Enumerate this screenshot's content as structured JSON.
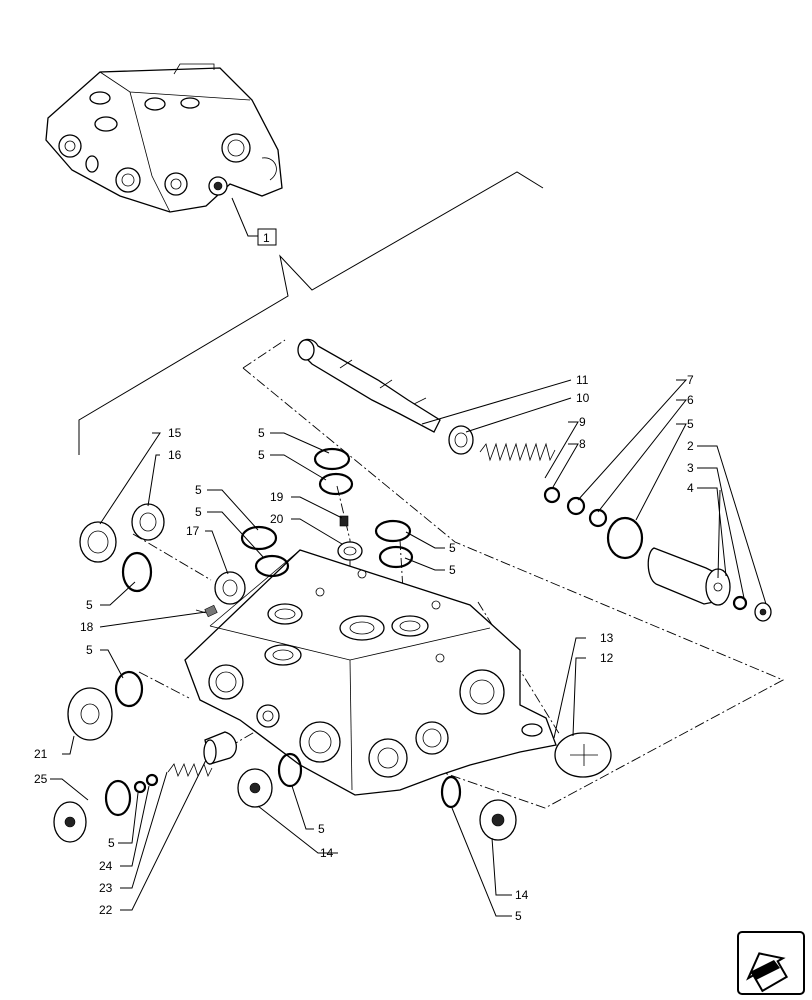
{
  "callouts": [
    {
      "id": "c1",
      "text": "1"
    },
    {
      "id": "c2",
      "text": "2"
    },
    {
      "id": "c3",
      "text": "3"
    },
    {
      "id": "c4",
      "text": "4"
    },
    {
      "id": "c5a",
      "text": "5"
    },
    {
      "id": "c5b",
      "text": "5"
    },
    {
      "id": "c5c",
      "text": "5"
    },
    {
      "id": "c5d",
      "text": "5"
    },
    {
      "id": "c5e",
      "text": "5"
    },
    {
      "id": "c5f",
      "text": "5"
    },
    {
      "id": "c5g",
      "text": "5"
    },
    {
      "id": "c5h",
      "text": "5"
    },
    {
      "id": "c5i",
      "text": "5"
    },
    {
      "id": "c5j",
      "text": "5"
    },
    {
      "id": "c5k",
      "text": "5"
    },
    {
      "id": "c5l",
      "text": "5"
    },
    {
      "id": "c6",
      "text": "6"
    },
    {
      "id": "c7",
      "text": "7"
    },
    {
      "id": "c8",
      "text": "8"
    },
    {
      "id": "c9",
      "text": "9"
    },
    {
      "id": "c10",
      "text": "10"
    },
    {
      "id": "c11",
      "text": "11"
    },
    {
      "id": "c12",
      "text": "12"
    },
    {
      "id": "c13",
      "text": "13"
    },
    {
      "id": "c14a",
      "text": "14"
    },
    {
      "id": "c14b",
      "text": "14"
    },
    {
      "id": "c15",
      "text": "15"
    },
    {
      "id": "c16",
      "text": "16"
    },
    {
      "id": "c17",
      "text": "17"
    },
    {
      "id": "c18",
      "text": "18"
    },
    {
      "id": "c19",
      "text": "19"
    },
    {
      "id": "c20",
      "text": "20"
    },
    {
      "id": "c21",
      "text": "21"
    },
    {
      "id": "c22",
      "text": "22"
    },
    {
      "id": "c23",
      "text": "23"
    },
    {
      "id": "c24",
      "text": "24"
    },
    {
      "id": "c25",
      "text": "25"
    }
  ],
  "nav_icon": "previous-page-arrow-icon"
}
